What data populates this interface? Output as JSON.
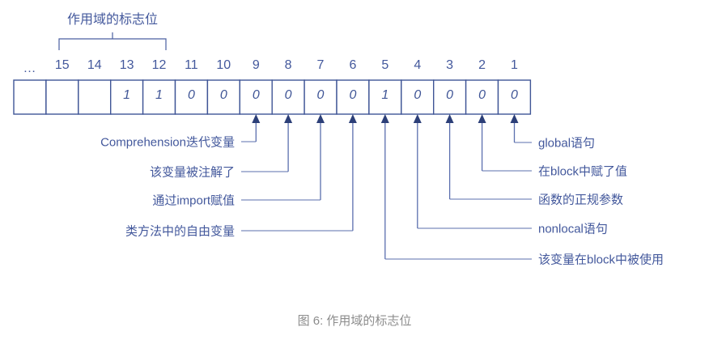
{
  "figure": {
    "bracket_label": "作用域的标志位",
    "caption": "图 6: 作用域的标志位",
    "ink_color": "#3f5596",
    "caption_color": "#8c8c8c"
  },
  "bit_table": {
    "columns": [
      {
        "header": "…",
        "value": ""
      },
      {
        "header": "15",
        "value": ""
      },
      {
        "header": "14",
        "value": ""
      },
      {
        "header": "13",
        "value": "1"
      },
      {
        "header": "12",
        "value": "1"
      },
      {
        "header": "11",
        "value": "0"
      },
      {
        "header": "10",
        "value": "0"
      },
      {
        "header": "9",
        "value": "0"
      },
      {
        "header": "8",
        "value": "0"
      },
      {
        "header": "7",
        "value": "0"
      },
      {
        "header": "6",
        "value": "0"
      },
      {
        "header": "5",
        "value": "1"
      },
      {
        "header": "4",
        "value": "0"
      },
      {
        "header": "3",
        "value": "0"
      },
      {
        "header": "2",
        "value": "0"
      },
      {
        "header": "1",
        "value": "0"
      }
    ]
  },
  "annotations": {
    "left": [
      {
        "bit": "9",
        "label": "Comprehension迭代变量"
      },
      {
        "bit": "8",
        "label": "该变量被注解了"
      },
      {
        "bit": "7",
        "label": "通过import赋值"
      },
      {
        "bit": "6",
        "label": "类方法中的自由变量"
      }
    ],
    "right": [
      {
        "bit": "1",
        "label": "global语句"
      },
      {
        "bit": "2",
        "label": "在block中赋了值"
      },
      {
        "bit": "3",
        "label": "函数的正规参数"
      },
      {
        "bit": "4",
        "label": "nonlocal语句"
      },
      {
        "bit": "5",
        "label": "该变量在block中被使用"
      }
    ]
  }
}
